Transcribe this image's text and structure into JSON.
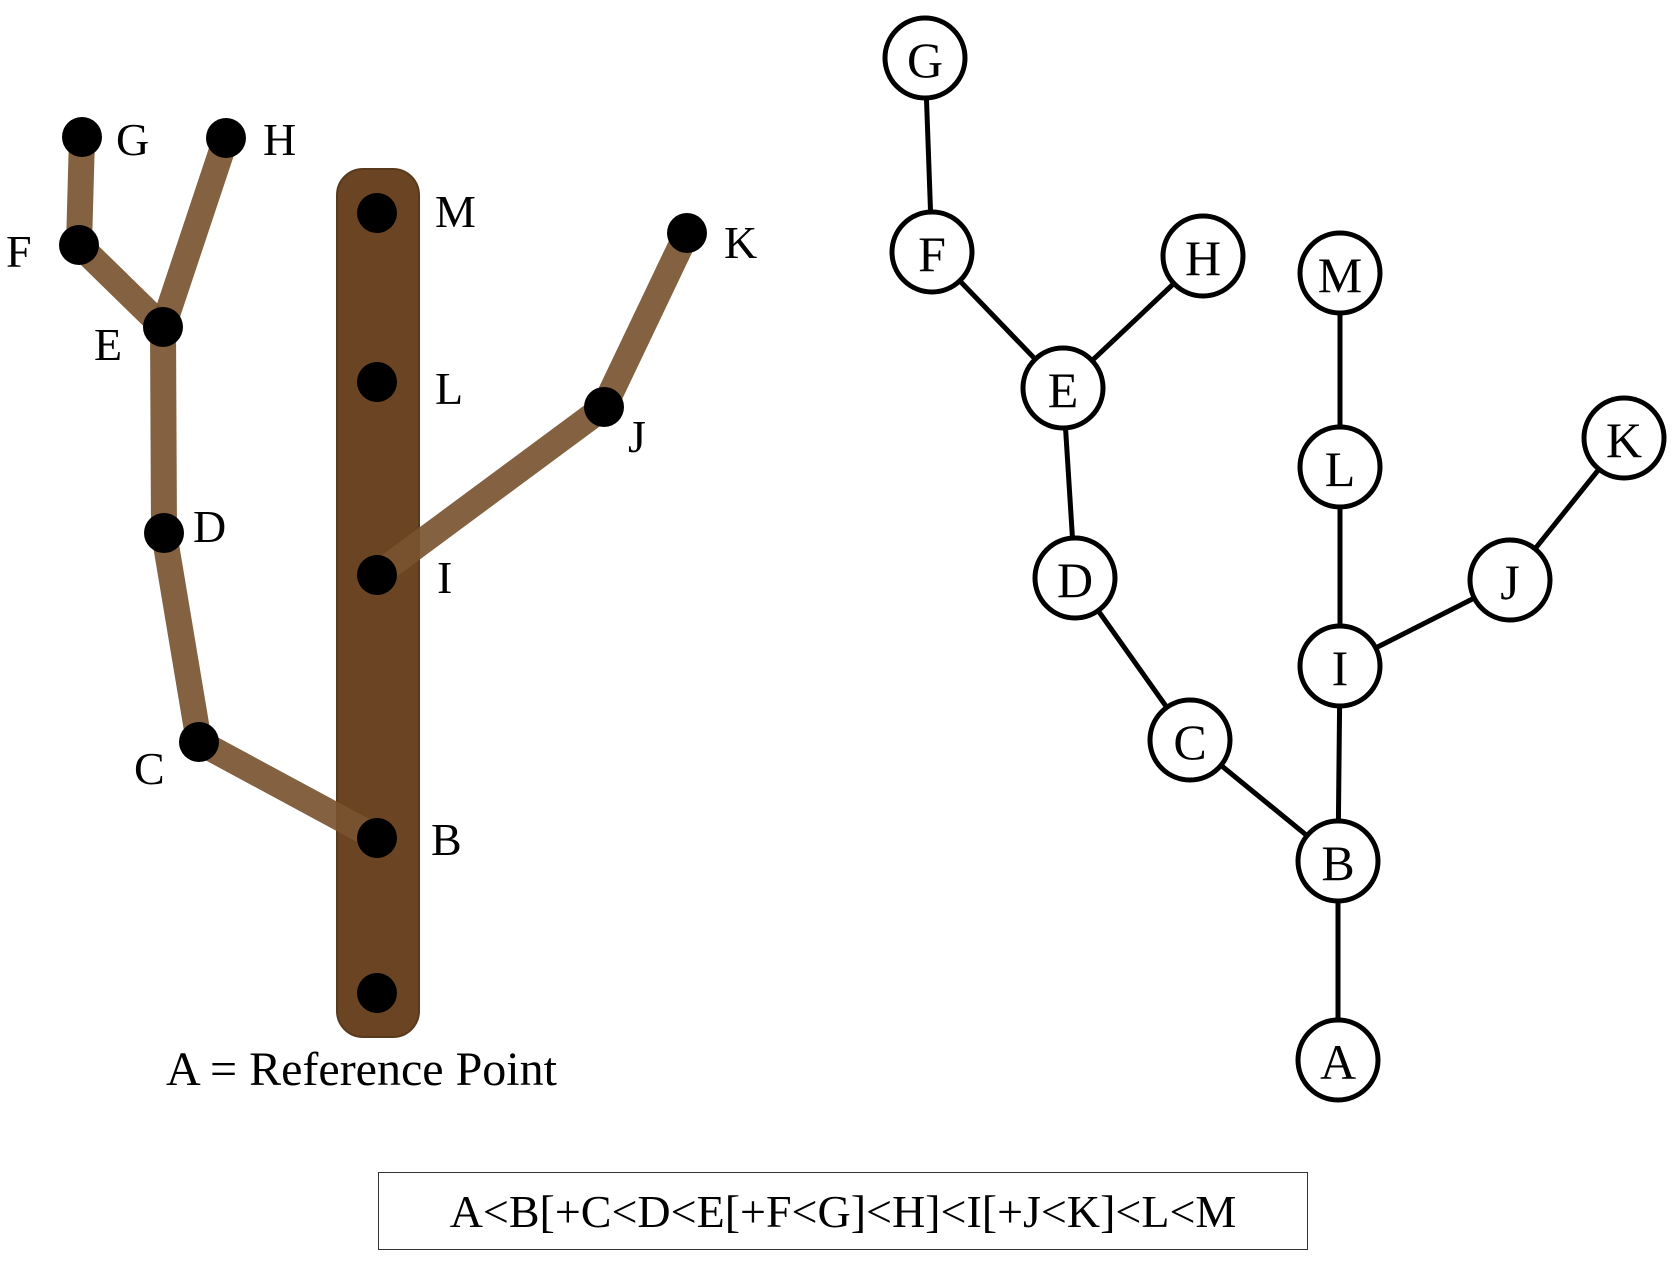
{
  "plant_sketch": {
    "point_labels": [
      "G",
      "H",
      "F",
      "E",
      "D",
      "C",
      "B",
      "I",
      "L",
      "M",
      "J",
      "K"
    ],
    "reference_caption": "A = Reference Point",
    "colors": {
      "stem": "#6b4423",
      "branch": "#7a5430",
      "point": "#000000"
    }
  },
  "graph": {
    "nodes": [
      "G",
      "F",
      "H",
      "E",
      "D",
      "C",
      "B",
      "A",
      "I",
      "L",
      "M",
      "J",
      "K"
    ],
    "edges": [
      [
        "G",
        "F"
      ],
      [
        "F",
        "E"
      ],
      [
        "H",
        "E"
      ],
      [
        "E",
        "D"
      ],
      [
        "D",
        "C"
      ],
      [
        "C",
        "B"
      ],
      [
        "B",
        "A"
      ],
      [
        "B",
        "I"
      ],
      [
        "I",
        "L"
      ],
      [
        "L",
        "M"
      ],
      [
        "I",
        "J"
      ],
      [
        "J",
        "K"
      ]
    ]
  },
  "formula": "A<B[+C<D<E[+F<G]<H]<I[+J<K]<L<M"
}
